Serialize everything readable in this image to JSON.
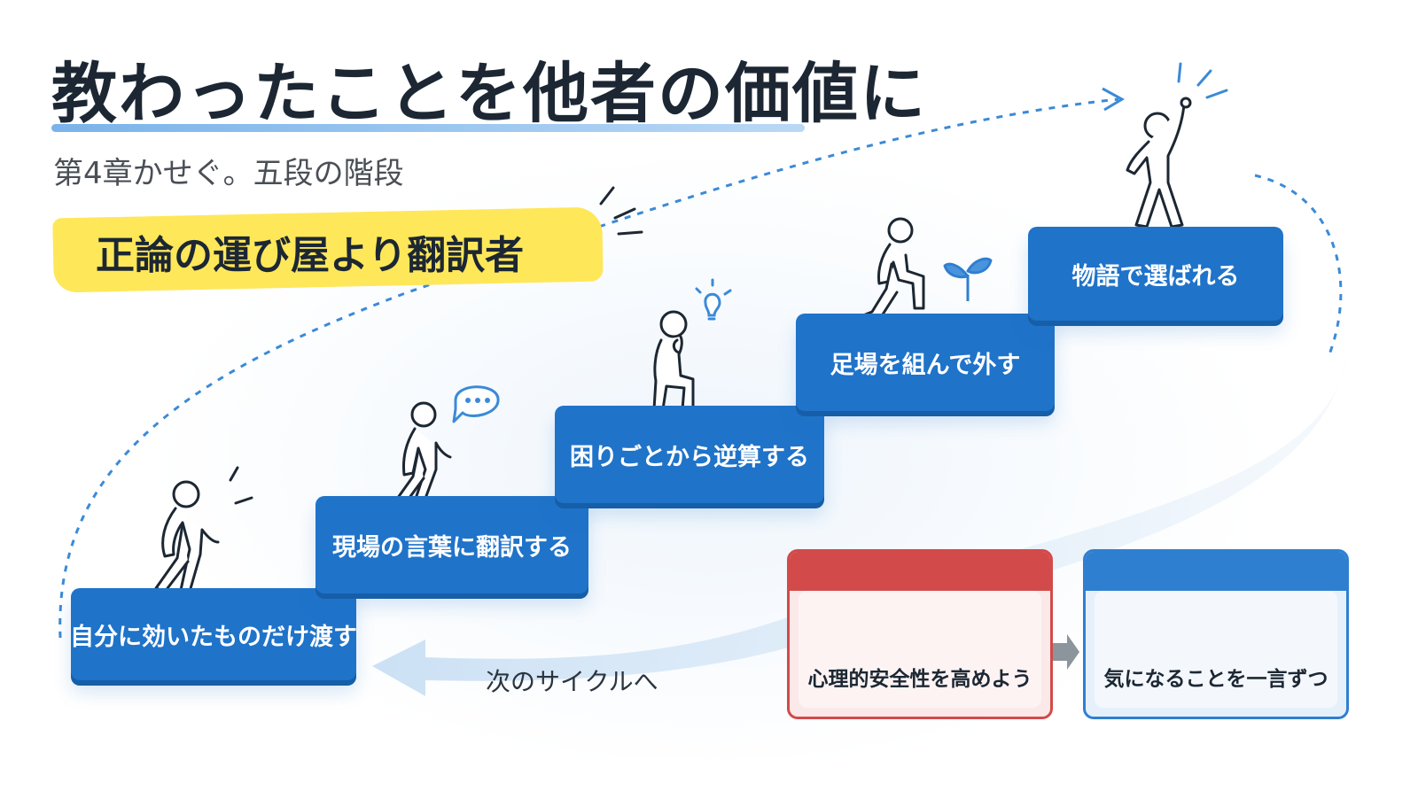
{
  "title": "教わったことを他者の価値に",
  "subtitle": "第4章かせぐ。五段の階段",
  "highlight": "正論の運び屋より翻訳者",
  "steps": [
    {
      "label": "自分に効いたものだけ渡す"
    },
    {
      "label": "現場の言葉に翻訳する"
    },
    {
      "label": "困りごとから逆算する"
    },
    {
      "label": "足場を組んで外す"
    },
    {
      "label": "物語で選ばれる"
    }
  ],
  "cycle_label": "次のサイクルへ",
  "cards": {
    "before": {
      "label": "心理的安全性を高めよう"
    },
    "after": {
      "label": "気になることを一言ずつ"
    }
  },
  "colors": {
    "step_blue": "#1f73c9",
    "highlight_yellow": "#ffe75a",
    "before_red": "#d34a4a",
    "after_blue": "#2f7fd1",
    "dash_blue": "#3b8ad8"
  },
  "icons": [
    "walking-person-icon",
    "speech-bubble-icon",
    "thinking-person-icon",
    "lightbulb-icon",
    "climbing-person-icon",
    "sprout-icon",
    "cheering-person-icon",
    "worried-person-icon",
    "tangle-thought-icon",
    "happy-person-icon",
    "arrow-right-icon",
    "cycle-arrow-icon"
  ]
}
